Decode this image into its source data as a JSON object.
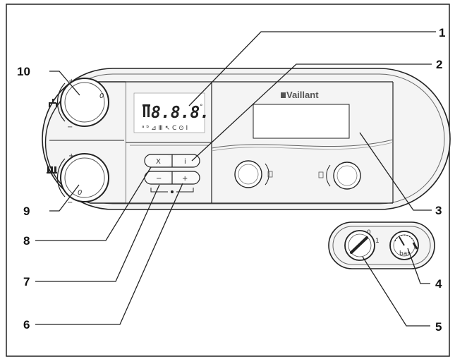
{
  "brand": "Vaillant",
  "lcd": {
    "digits": "8.8.8.",
    "icon_row": "ᵃ ᵇ ⊿ Ⅲ ↖ C ⊙ Ⅰ",
    "suffix": "°"
  },
  "buttons": {
    "top_left": "X",
    "top_right": "i",
    "minus": "−",
    "plus": "+"
  },
  "dial_marks": {
    "plus": "+",
    "minus": "−",
    "zero": "0"
  },
  "switch_marks": {
    "zero": "0",
    "one": "1"
  },
  "gauge_label": "bar",
  "callouts": [
    "1",
    "2",
    "3",
    "4",
    "5",
    "6",
    "7",
    "8",
    "9",
    "10"
  ],
  "colors": {
    "line": "#222222",
    "panel_fill": "#f4f4f4",
    "panel_inner": "#efefef"
  }
}
